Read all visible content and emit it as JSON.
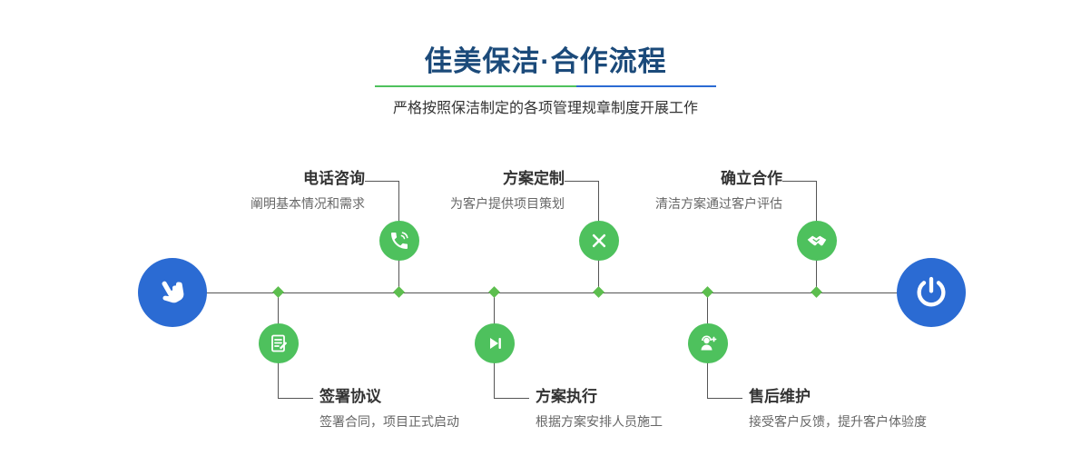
{
  "header": {
    "title": "佳美保洁·合作流程",
    "subtitle": "严格按照保洁制定的各项管理规章制度开展工作"
  },
  "colors": {
    "green": "#4ec15d",
    "diamond": "#5cbe4e",
    "blue": "#2b6bd3",
    "navy": "#1b4a7a",
    "line": "#555555"
  },
  "timeline": {
    "start_icon": "pointing-hand-icon",
    "end_icon": "power-icon"
  },
  "steps": [
    {
      "title": "电话咨询",
      "desc": "阐明基本情况和需求",
      "icon": "phone-icon",
      "position": "top"
    },
    {
      "title": "方案定制",
      "desc": "为客户提供项目策划",
      "icon": "design-icon",
      "position": "top"
    },
    {
      "title": "确立合作",
      "desc": "清洁方案通过客户评估",
      "icon": "handshake-icon",
      "position": "top"
    },
    {
      "title": "签署协议",
      "desc": "签署合同，项目正式启动",
      "icon": "document-icon",
      "position": "bottom"
    },
    {
      "title": "方案执行",
      "desc": "根据方案安排人员施工",
      "icon": "play-icon",
      "position": "bottom"
    },
    {
      "title": "售后维护",
      "desc": "接受客户反馈，提升客户体验度",
      "icon": "aftersale-icon",
      "position": "bottom"
    }
  ]
}
